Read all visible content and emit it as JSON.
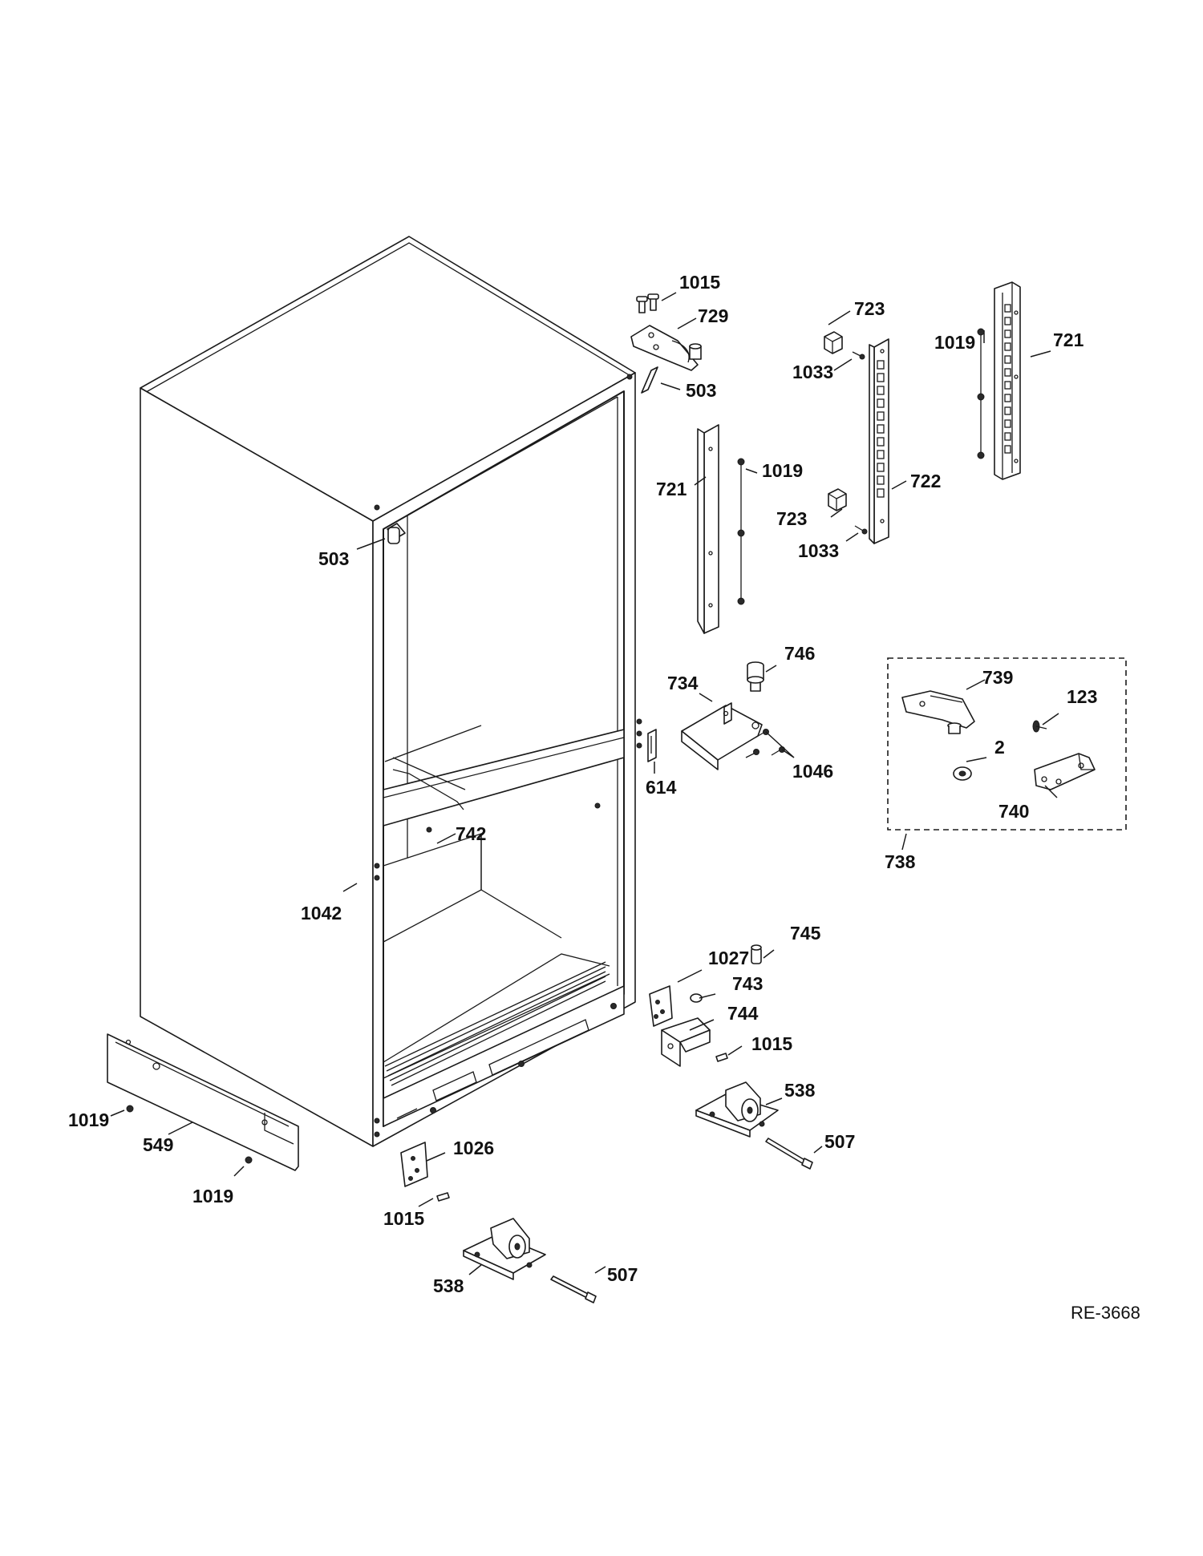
{
  "drawing_id": "RE-3668",
  "labels": [
    {
      "id": "lbl-1015-top",
      "text": "1015"
    },
    {
      "id": "lbl-729",
      "text": "729"
    },
    {
      "id": "lbl-503-top",
      "text": "503"
    },
    {
      "id": "lbl-723-top",
      "text": "723"
    },
    {
      "id": "lbl-1033-top",
      "text": "1033"
    },
    {
      "id": "lbl-1019-right",
      "text": "1019"
    },
    {
      "id": "lbl-721-right",
      "text": "721"
    },
    {
      "id": "lbl-721-mid",
      "text": "721"
    },
    {
      "id": "lbl-1019-mid",
      "text": "1019"
    },
    {
      "id": "lbl-723-mid",
      "text": "723"
    },
    {
      "id": "lbl-722",
      "text": "722"
    },
    {
      "id": "lbl-1033-mid",
      "text": "1033"
    },
    {
      "id": "lbl-503-left",
      "text": "503"
    },
    {
      "id": "lbl-746",
      "text": "746"
    },
    {
      "id": "lbl-734",
      "text": "734"
    },
    {
      "id": "lbl-614",
      "text": "614"
    },
    {
      "id": "lbl-1046",
      "text": "1046"
    },
    {
      "id": "lbl-739",
      "text": "739"
    },
    {
      "id": "lbl-123",
      "text": "123"
    },
    {
      "id": "lbl-2",
      "text": "2"
    },
    {
      "id": "lbl-740",
      "text": "740"
    },
    {
      "id": "lbl-738",
      "text": "738"
    },
    {
      "id": "lbl-742",
      "text": "742"
    },
    {
      "id": "lbl-1042",
      "text": "1042"
    },
    {
      "id": "lbl-745",
      "text": "745"
    },
    {
      "id": "lbl-1027",
      "text": "1027"
    },
    {
      "id": "lbl-743",
      "text": "743"
    },
    {
      "id": "lbl-744",
      "text": "744"
    },
    {
      "id": "lbl-1015-mid",
      "text": "1015"
    },
    {
      "id": "lbl-538-right",
      "text": "538"
    },
    {
      "id": "lbl-507-right",
      "text": "507"
    },
    {
      "id": "lbl-1019-left",
      "text": "1019"
    },
    {
      "id": "lbl-549",
      "text": "549"
    },
    {
      "id": "lbl-1026",
      "text": "1026"
    },
    {
      "id": "lbl-1019-bottom",
      "text": "1019"
    },
    {
      "id": "lbl-1015-bottom",
      "text": "1015"
    },
    {
      "id": "lbl-507-bottom",
      "text": "507"
    },
    {
      "id": "lbl-538-bottom",
      "text": "538"
    }
  ]
}
